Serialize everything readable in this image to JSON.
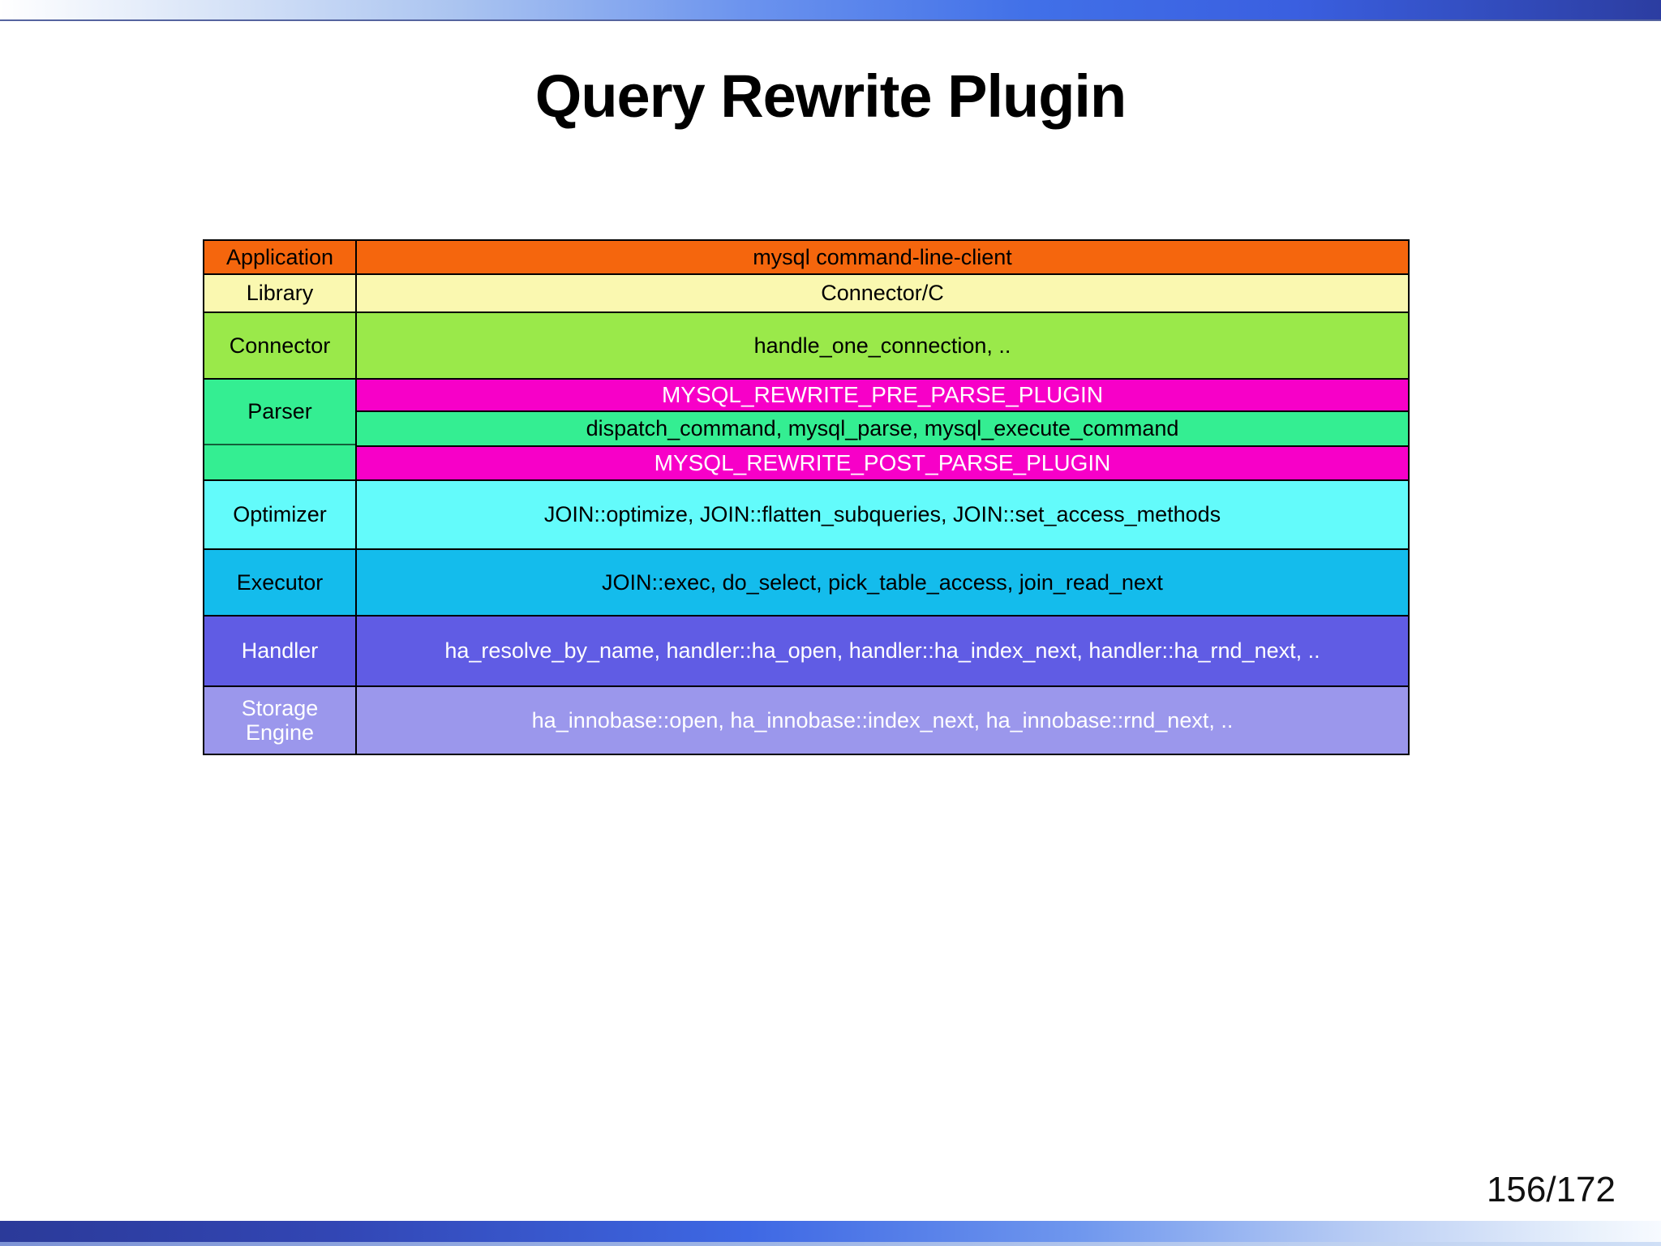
{
  "slide": {
    "title": "Query Rewrite Plugin",
    "page_number": "156/172"
  },
  "colors": {
    "top_bar_gradient_left": "#ffffff",
    "top_bar_gradient_mid": "#4170e8",
    "top_bar_gradient_right": "#2c3da1",
    "bottom_bar_gradient_left": "#2b3a99",
    "bottom_bar_gradient_right": "#f7faff",
    "application_bg": "#f5660d",
    "library_bg": "#faf8b0",
    "connector_bg": "#9ae94a",
    "parser_bg": "#34ee92",
    "plugin_bar_bg": "#f700c8",
    "optimizer_bg": "#63fbfb",
    "executor_bg": "#14bcec",
    "handler_bg": "#605ce4",
    "storage_engine_bg": "#9b97ec",
    "table_border": "#000000",
    "light_text": "#ffffff",
    "dark_text": "#000000"
  },
  "table": {
    "rows": [
      {
        "label": "Application",
        "content": "mysql command-line-client"
      },
      {
        "label": "Library",
        "content": "Connector/C"
      },
      {
        "label": "Connector",
        "content": "handle_one_connection, .."
      },
      {
        "label": "Parser",
        "sub_rows": [
          {
            "text": "MYSQL_REWRITE_PRE_PARSE_PLUGIN"
          },
          {
            "text": "dispatch_command, mysql_parse, mysql_execute_command"
          },
          {
            "text": "MYSQL_REWRITE_POST_PARSE_PLUGIN"
          }
        ]
      },
      {
        "label": "Optimizer",
        "content": "JOIN::optimize, JOIN::flatten_subqueries, JOIN::set_access_methods"
      },
      {
        "label": "Executor",
        "content": "JOIN::exec, do_select, pick_table_access, join_read_next"
      },
      {
        "label": "Handler",
        "content": "ha_resolve_by_name, handler::ha_open, handler::ha_index_next, handler::ha_rnd_next, .."
      },
      {
        "label": "Storage Engine",
        "content": "ha_innobase::open, ha_innobase::index_next, ha_innobase::rnd_next, .."
      }
    ]
  }
}
